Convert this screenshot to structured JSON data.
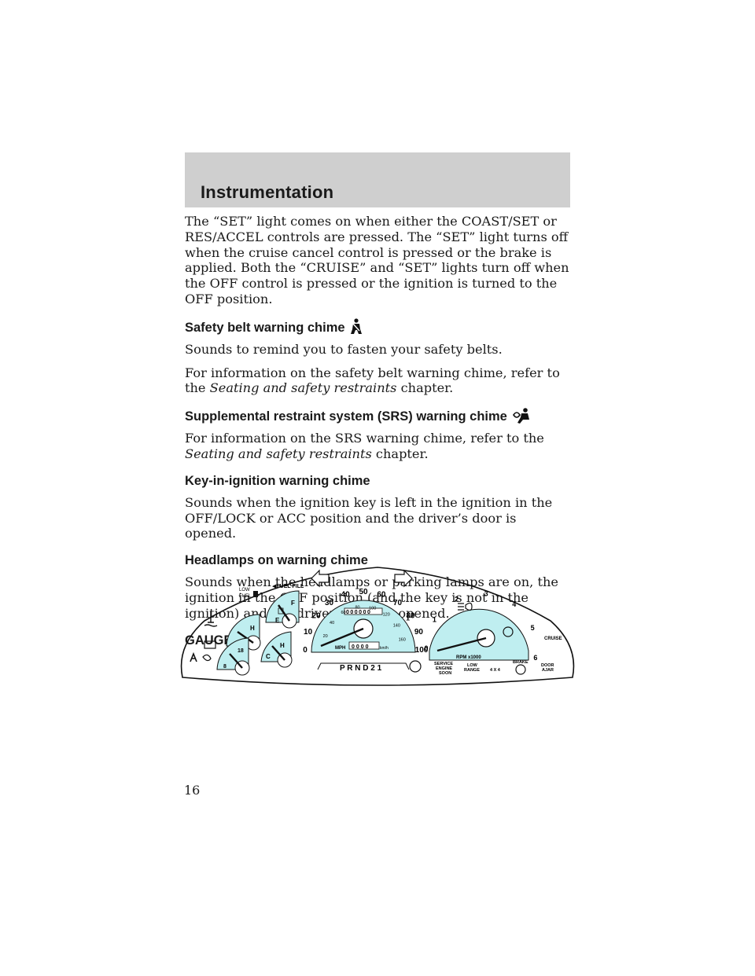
{
  "header": {
    "title": "Instrumentation"
  },
  "paragraphs": {
    "intro": "The “SET” light comes on when either the COAST/SET or RES/ACCEL controls are pressed. The “SET” light turns off when the cruise cancel control is pressed or the brake is applied. Both the “CRUISE” and “SET” lights turn off when the OFF control is pressed or the ignition is turned to the OFF position.",
    "belt_1": "Sounds to remind you to fasten your safety belts.",
    "belt_2_pre": "For information on the safety belt warning chime, refer to the ",
    "belt_2_italic": "Seating and safety restraints",
    "belt_2_post": " chapter.",
    "srs_pre": "For information on the SRS warning chime, refer to the ",
    "srs_italic": "Seating and safety restraints",
    "srs_post": " chapter.",
    "key": "Sounds when the ignition key is left in the ignition in the OFF/LOCK or ACC position and the driver’s door is opened.",
    "headlamps": "Sounds when the headlamps or parking lamps are on, the ignition in the OFF position (and the key is not in the ignition) and the driver’s door is opened."
  },
  "headings": {
    "belt": "Safety belt warning chime",
    "srs": "Supplemental restraint system (SRS) warning chime",
    "key": "Key-in-ignition warning chime",
    "headlamps": "Headlamps on warning chime",
    "gauges": "GAUGES"
  },
  "cluster": {
    "fuel_fill": "◀FUEL FILL",
    "low_fuel_1": "LOW",
    "low_fuel_2": "FUEL",
    "fuel_f": "F",
    "fuel_e": "E",
    "oil_h": "H",
    "oil_l": "L",
    "temp_h": "H",
    "temp_c": "C",
    "volt_18": "18",
    "volt_8": "8",
    "mph_labels": [
      "0",
      "10",
      "20",
      "30",
      "40",
      "50",
      "60",
      "70",
      "80",
      "90",
      "100"
    ],
    "kmh_labels": [
      "20",
      "40",
      "60",
      "80",
      "100",
      "120",
      "140",
      "160"
    ],
    "mph": "MPH",
    "kmh": "km/h",
    "odometer": "000000",
    "trip": "0000",
    "rpm_labels": [
      "0",
      "1",
      "2",
      "3",
      "4",
      "5",
      "6"
    ],
    "rpm_unit": "RPM x1000",
    "cruise": "CRUISE",
    "prndl": "P  R N  D  2  1",
    "service_1": "SERVICE",
    "service_2": "ENGINE",
    "service_3": "SOON",
    "low_range_1": "LOW",
    "low_range_2": "RANGE",
    "four_by_four": "4 X 4",
    "brake": "BRAKE",
    "door_1": "DOOR",
    "door_2": "AJAR"
  },
  "colors": {
    "gauge_face": "#bfeef0",
    "header_band": "#cfcfcf"
  },
  "page_number": "16"
}
